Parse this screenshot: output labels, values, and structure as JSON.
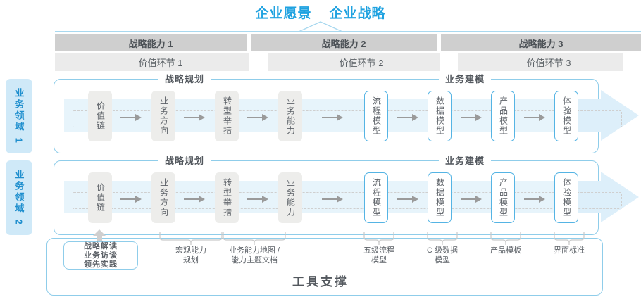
{
  "title": {
    "vision": "企业愿景",
    "strategy": "企业战略"
  },
  "capabilities": [
    {
      "label": "战略能力 1"
    },
    {
      "label": "战略能力 2"
    },
    {
      "label": "战略能力 3"
    }
  ],
  "value_chain": [
    {
      "label": "价值环节 1"
    },
    {
      "label": "价值环节 2"
    },
    {
      "label": "价值环节 3"
    }
  ],
  "domains": [
    {
      "tab": "业务领域 1"
    },
    {
      "tab": "业务领域 2"
    }
  ],
  "lane_sections": {
    "planning": "战略规划",
    "modeling": "业务建模"
  },
  "nodes": [
    {
      "label": "价值链",
      "style": "gray"
    },
    {
      "label": "业务方向",
      "style": "gray"
    },
    {
      "label": "转型举措",
      "style": "gray"
    },
    {
      "label": "业务能力",
      "style": "gray"
    },
    {
      "label": "流程模型",
      "style": "blue"
    },
    {
      "label": "数据模型",
      "style": "blue"
    },
    {
      "label": "产品模型",
      "style": "blue"
    },
    {
      "label": "体验模型",
      "style": "blue"
    }
  ],
  "callout": {
    "line1": "战略解读",
    "line2": "业务访谈",
    "line3": "领先实践"
  },
  "tool_captions": [
    {
      "line1": "宏观能力",
      "line2": "规划"
    },
    {
      "line1": "业务能力地图 /",
      "line2": "能力主题文档"
    },
    {
      "line1": "五级流程",
      "line2": "模型"
    },
    {
      "line1": "C 级数据",
      "line2": "模型"
    },
    {
      "line1": "产品模板",
      "line2": ""
    },
    {
      "line1": "界面标准",
      "line2": ""
    }
  ],
  "tool_support_title": "工具支撑",
  "colors": {
    "accent_blue": "#1fa2e0",
    "node_blue_border": "#55b4e4",
    "lane_border": "#8fcdea",
    "capability_gray": "#cfcfcf",
    "value_gray": "#ebebeb",
    "node_gray": "#ededeb",
    "band_blue": "#e7f4fb",
    "tab_blue": "#cfe9f8",
    "text_gray": "#5d6268"
  }
}
